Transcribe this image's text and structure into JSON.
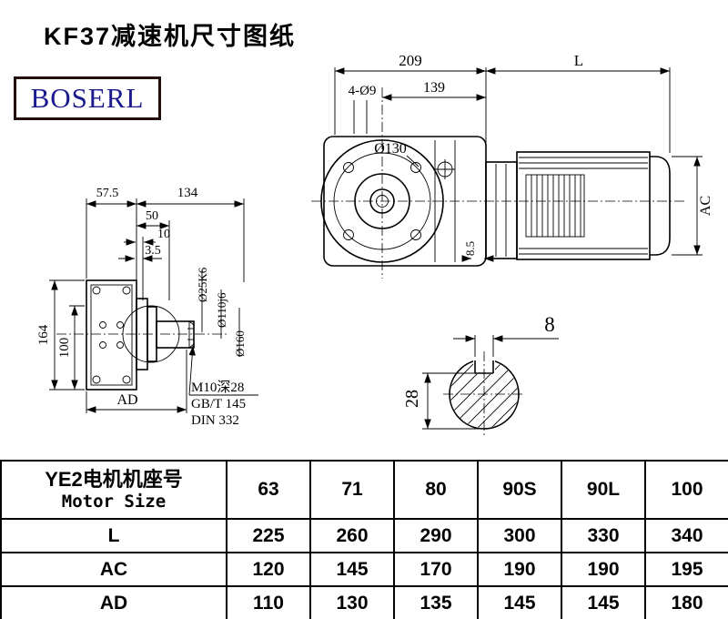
{
  "page": {
    "title": "KF37减速机尺寸图纸",
    "logo_text": "BOSERL"
  },
  "drawing": {
    "front_view": {
      "dim_209": "209",
      "dim_L": "L",
      "dim_139": "139",
      "dim_holes": "4-Ø9",
      "dim_bolt_circle": "Ø130",
      "dim_slot": "8.5",
      "dim_AC": "AC"
    },
    "side_view": {
      "dim_57_5": "57.5",
      "dim_134": "134",
      "dim_50": "50",
      "dim_10": "10",
      "dim_3_5": "3.5",
      "dim_164": "164",
      "dim_100": "100",
      "dim_AD": "AD",
      "dim_shaft": "Ø25K6",
      "dim_spigot": "Ø110j6",
      "dim_flange": "Ø160",
      "note_tap": "M10深28",
      "note_gb": "GB/T 145",
      "note_din": "DIN 332"
    },
    "shaft_section": {
      "dim_key_width": "8",
      "dim_key_depth": "28"
    }
  },
  "table": {
    "header_cn": "YE2电机机座号",
    "header_en": "Motor Size",
    "sizes": [
      "63",
      "71",
      "80",
      "90S",
      "90L",
      "100"
    ],
    "rows": [
      {
        "label": "L",
        "values": [
          "225",
          "260",
          "290",
          "300",
          "330",
          "340"
        ]
      },
      {
        "label": "AC",
        "values": [
          "120",
          "145",
          "170",
          "190",
          "190",
          "195"
        ]
      },
      {
        "label": "AD",
        "values": [
          "110",
          "130",
          "135",
          "145",
          "145",
          "180"
        ]
      }
    ]
  }
}
